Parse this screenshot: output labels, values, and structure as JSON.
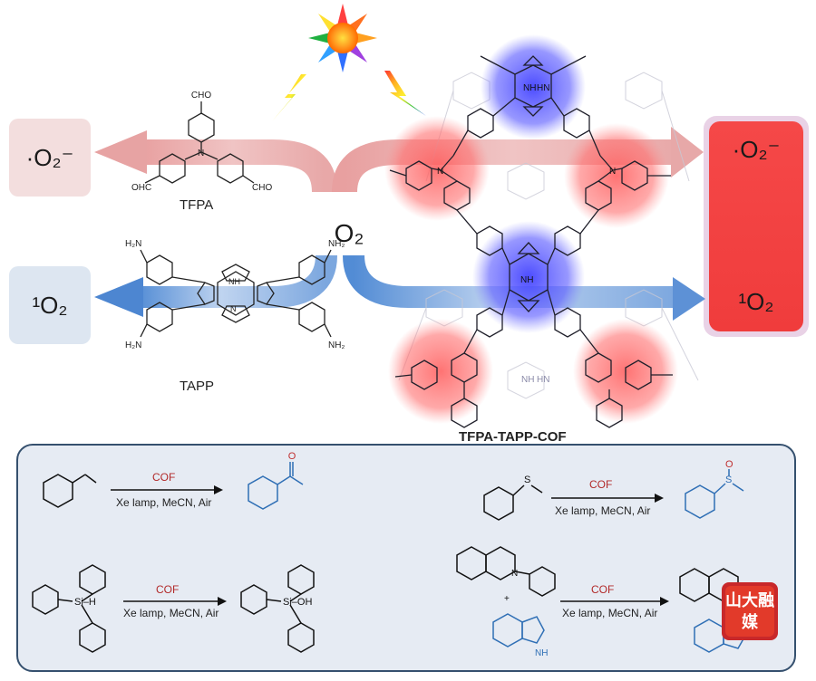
{
  "species": {
    "superoxide_left": "·O₂⁻",
    "singlet_left": "¹O₂",
    "superoxide_right": "·O₂⁻",
    "singlet_right": "¹O₂",
    "oxygen_center": "O₂"
  },
  "monomers": {
    "tfpa": "TFPA",
    "tapp": "TAPP",
    "cho": "CHO",
    "ohc": "OHC",
    "nh2": "NH₂",
    "h2n": "H₂N",
    "nh": "NH",
    "hn": "HN",
    "n": "N"
  },
  "framework": {
    "name": "TFPA-TAPP-COF"
  },
  "reactions": [
    {
      "id": "ethylbenzene",
      "catalyst": "COF",
      "conditions": "Xe lamp, MeCN, Air"
    },
    {
      "id": "thioanisole",
      "catalyst": "COF",
      "conditions": "Xe lamp, MeCN, Air"
    },
    {
      "id": "silane",
      "catalyst": "COF",
      "conditions": "Xe lamp, MeCN, Air",
      "label_si_h": "Si–H",
      "label_si_oh": "Si–OH"
    },
    {
      "id": "tetrahydroisoquinoline",
      "catalyst": "COF",
      "conditions": "Xe lamp, MeCN, Air",
      "plus": "+"
    }
  ],
  "atoms": {
    "o": "O",
    "s": "S",
    "nh": "NH",
    "n": "N"
  },
  "watermark": {
    "text": "山大融媒"
  },
  "colors": {
    "superoxide_left_bg": "#f3dede",
    "singlet_left_bg": "#dde6f1",
    "right_box": "#f04848",
    "red_arrow": "#e8a8a8",
    "blue_arrow": "#5a8fd4",
    "glow_red": "#ff6e6e",
    "glow_blue": "#5a5aff",
    "panel_bg": "#e6ebf3",
    "panel_border": "#35506e",
    "product_blue": "#2f6fb5",
    "oh_red": "#d42020"
  },
  "icons": [
    "sun-icon",
    "lightning-icon"
  ]
}
